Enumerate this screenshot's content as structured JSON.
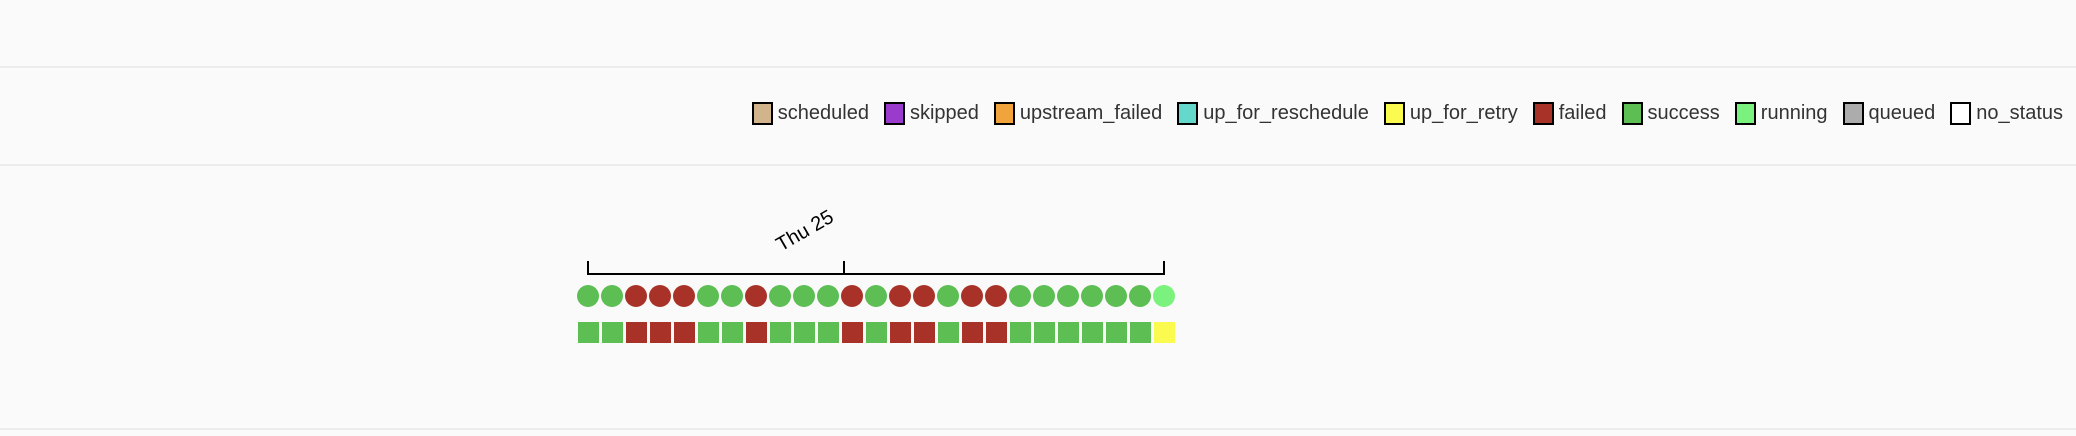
{
  "status_colors": {
    "scheduled": "#D2B48C",
    "skipped": "#9B3BCE",
    "upstream_failed": "#F1A33C",
    "up_for_reschedule": "#63D8CB",
    "up_for_retry": "#FBFB4F",
    "failed": "#A93228",
    "success": "#5CBE53",
    "running": "#7BF17E",
    "queued": "#ACACAC",
    "no_status": "#FFFFFF"
  },
  "legend": {
    "items": [
      "scheduled",
      "skipped",
      "upstream_failed",
      "up_for_reschedule",
      "up_for_retry",
      "failed",
      "success",
      "running",
      "queued",
      "no_status"
    ]
  },
  "chart": {
    "axis_tick_label": "Thu 25",
    "dag_runs": [
      "success",
      "success",
      "failed",
      "failed",
      "failed",
      "success",
      "success",
      "failed",
      "success",
      "success",
      "success",
      "failed",
      "success",
      "failed",
      "failed",
      "success",
      "failed",
      "failed",
      "success",
      "success",
      "success",
      "success",
      "success",
      "success",
      "running"
    ],
    "task_instances": [
      "success",
      "success",
      "failed",
      "failed",
      "failed",
      "success",
      "success",
      "failed",
      "success",
      "success",
      "success",
      "failed",
      "success",
      "failed",
      "failed",
      "success",
      "failed",
      "failed",
      "success",
      "success",
      "success",
      "success",
      "success",
      "success",
      "up_for_retry"
    ]
  }
}
